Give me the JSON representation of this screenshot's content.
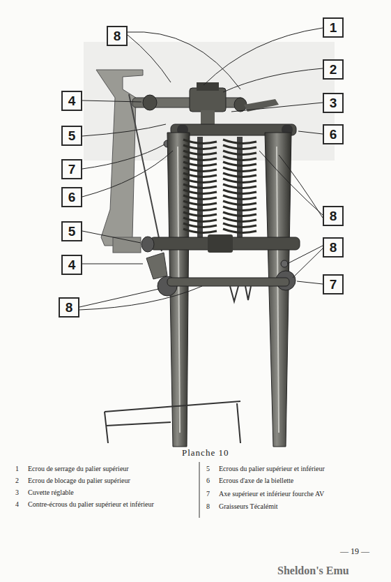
{
  "diagram": {
    "caption": "Planche 10",
    "nodes": [
      {
        "text": [
          "8"
        ]
      },
      {
        "text": [
          "1"
        ]
      },
      {
        "text": [
          "2"
        ]
      },
      {
        "text": [
          "4"
        ]
      },
      {
        "text": [
          "3"
        ]
      },
      {
        "text": [
          "5"
        ]
      },
      {
        "text": [
          "6"
        ]
      },
      {
        "text": [
          "7"
        ]
      },
      {
        "text": [
          "6"
        ]
      },
      {
        "text": [
          "8"
        ]
      },
      {
        "text": [
          "5"
        ]
      },
      {
        "text": [
          "8"
        ]
      },
      {
        "text": [
          "4"
        ]
      },
      {
        "text": [
          "7"
        ]
      },
      {
        "text": [
          "8"
        ]
      }
    ],
    "labels": [
      "1",
      "Ecrou de serrage du palier supérieur",
      "2",
      "Ecrou de blocage du palier supérieur",
      "3",
      "Cuvette réglable",
      "4",
      "Contre-écrous du palier supérieur et inférieur",
      "5",
      "Ecrous du palier supérieur et inférieur",
      "6",
      "Ecrous d'axe de la biellette",
      "7",
      "Axe supérieur et inférieur fourche AV",
      "8",
      "Graisseurs Técalémit",
      "— 19 —",
      "Sheldon's Emu"
    ]
  }
}
